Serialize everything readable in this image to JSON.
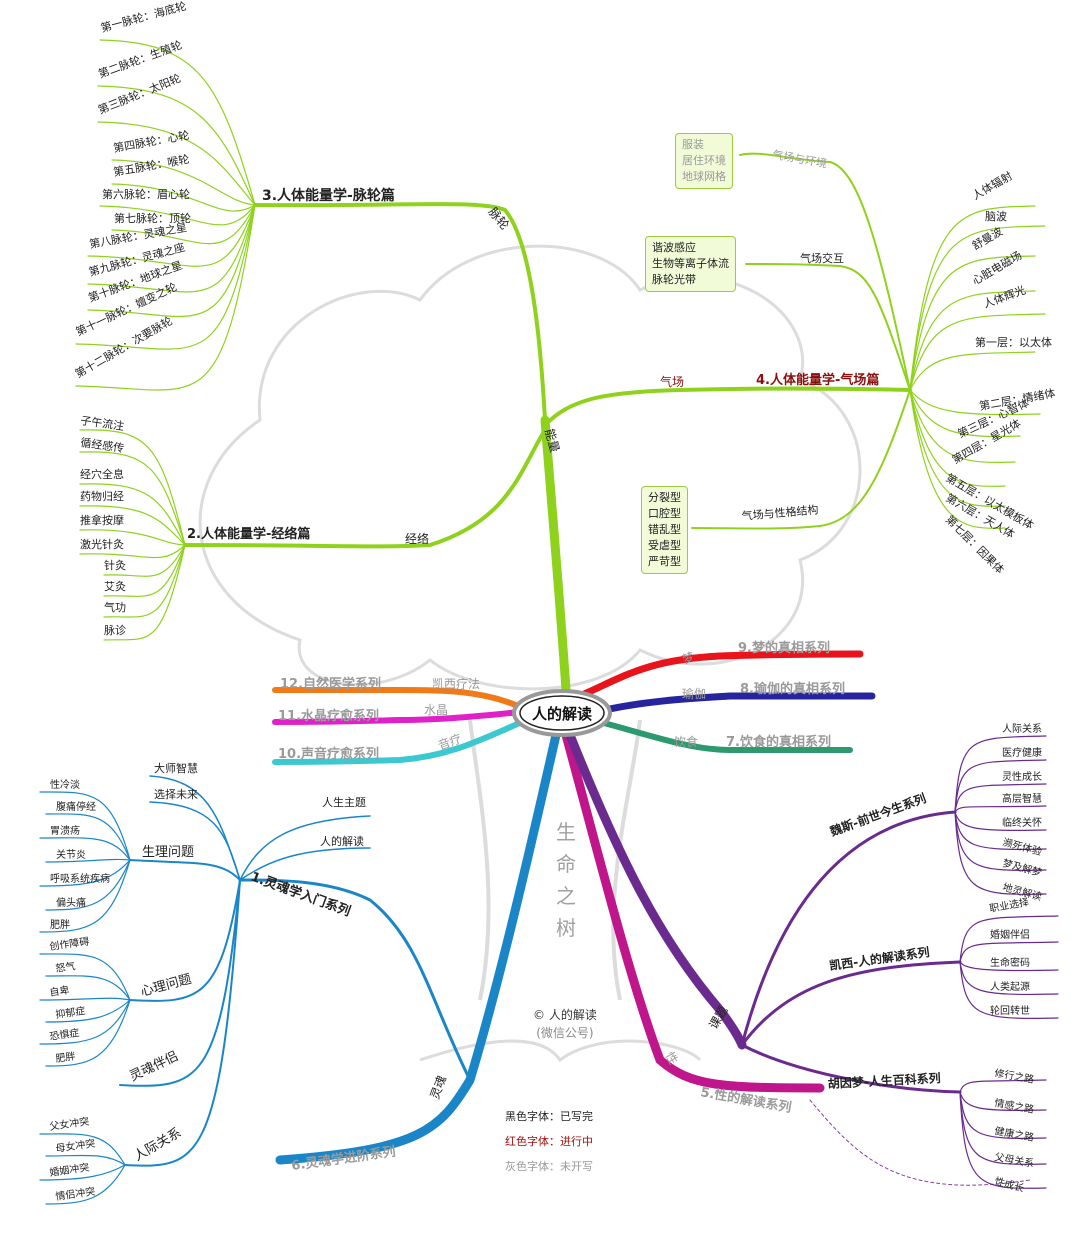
{
  "center": "人的解读",
  "tree_text": [
    "生",
    "命",
    "之",
    "树"
  ],
  "credit": {
    "line1": "© 人的解读",
    "line2": "(微信公号)"
  },
  "legend": {
    "black": "黑色字体：已写完",
    "red": "红色字体：进行中",
    "gray": "灰色字体：未开写"
  },
  "colors": {
    "green": "#8fd21e",
    "blue": "#1a86c8",
    "purple": "#6a2a8e",
    "magenta": "#c0168c",
    "red": "#e8131b",
    "navy": "#27259e",
    "teal": "#2c9a6e",
    "orange": "#f07a1a",
    "pink": "#e020c8",
    "cyan": "#3cc8d0",
    "done": "#222222",
    "progress": "#8b1010",
    "todo": "#9a9a9a"
  },
  "branches": {
    "b1": {
      "title": "1.灵魂学入门系列",
      "items": [
        "人生主题",
        "人的解读"
      ],
      "groups": [
        {
          "label": "生理问题",
          "items": [
            "性冷淡",
            "腹痛停经",
            "胃溃疡",
            "关节炎",
            "呼吸系统疾病",
            "偏头痛",
            "肥胖"
          ]
        },
        {
          "label": "心理问题",
          "items": [
            "创作障碍",
            "怒气",
            "自卑",
            "抑郁症",
            "恐惧症",
            "肥胖"
          ]
        },
        {
          "label": "灵魂伴侣",
          "items": []
        },
        {
          "label": "人际关系",
          "items": [
            "父女冲突",
            "母女冲突",
            "婚姻冲突",
            "情侣冲突"
          ]
        }
      ],
      "top_items": [
        "大师智慧",
        "选择未来"
      ]
    },
    "b2": {
      "title": "2.人体能量学-经络篇",
      "link": "经络",
      "items": [
        "子午流注",
        "循经感传",
        "经穴全息",
        "药物归经",
        "推拿按摩",
        "激光针灸",
        "针灸",
        "艾灸",
        "气功",
        "脉诊"
      ]
    },
    "b3": {
      "title": "3.人体能量学-脉轮篇",
      "link": "脉轮",
      "items": [
        "第一脉轮：海底轮",
        "第二脉轮：生殖轮",
        "第三脉轮：太阳轮",
        "第四脉轮：心轮",
        "第五脉轮：喉轮",
        "第六脉轮：眉心轮",
        "第七脉轮：顶轮",
        "第八脉轮：灵魂之星",
        "第九脉轮：灵魂之座",
        "第十脉轮：地球之星",
        "第十一脉轮：嬗变之轮",
        "第十二脉轮：次要脉轮"
      ]
    },
    "energy": "能量",
    "b4": {
      "title": "4.人体能量学-气场篇",
      "link": "气场",
      "items": [
        "人体辐射",
        "脑波",
        "舒曼波",
        "心脏电磁场",
        "人体辉光",
        "第一层：以太体",
        "第二层：情绪体",
        "第三层：心智体",
        "第四层：星光体",
        "第五层：以太模板体",
        "第六层：天人体",
        "第七层：因果体"
      ],
      "env": {
        "label": "气场与环境",
        "box": [
          "服装",
          "居住环境",
          "地球网格"
        ]
      },
      "inter": {
        "label": "气场交互",
        "box": [
          "谐波感应",
          "生物等离子体流",
          "脉轮光带"
        ]
      },
      "pers": {
        "label": "气场与性格结构",
        "box": [
          "分裂型",
          "口腔型",
          "错乱型",
          "受虐型",
          "严苛型"
        ]
      }
    },
    "b5": {
      "title": "5.性的解读系列",
      "link": "性"
    },
    "b6": {
      "title": "6.灵魂学进阶系列",
      "link": "灵魂"
    },
    "b7": {
      "title": "7.饮食的真相系列",
      "link": "饮食"
    },
    "b8": {
      "title": "8.瑜伽的真相系列",
      "link": "瑜伽"
    },
    "b9": {
      "title": "9.梦的真相系列",
      "link": "梦"
    },
    "b10": {
      "title": "10.声音疗愈系列",
      "link": "音疗"
    },
    "b11": {
      "title": "11.水晶疗愈系列",
      "link": "水晶"
    },
    "b12": {
      "title": "12.自然医学系列",
      "link": "凯西疗法"
    },
    "course": {
      "link": "课题",
      "wei": {
        "title": "魏斯-前世今生系列",
        "items": [
          "人际关系",
          "医疗健康",
          "灵性成长",
          "高层智慧",
          "临终关怀",
          "濒死体验",
          "梦及解梦",
          "地灵解读"
        ]
      },
      "kaixi": {
        "title": "凯西-人的解读系列",
        "items": [
          "职业选择",
          "婚姻伴侣",
          "生命密码",
          "人类起源",
          "轮回转世"
        ]
      },
      "hu": {
        "title": "胡因梦-人生百科系列",
        "items": [
          "修行之路",
          "情感之路",
          "健康之路",
          "父母关系",
          "性成长"
        ]
      }
    }
  }
}
